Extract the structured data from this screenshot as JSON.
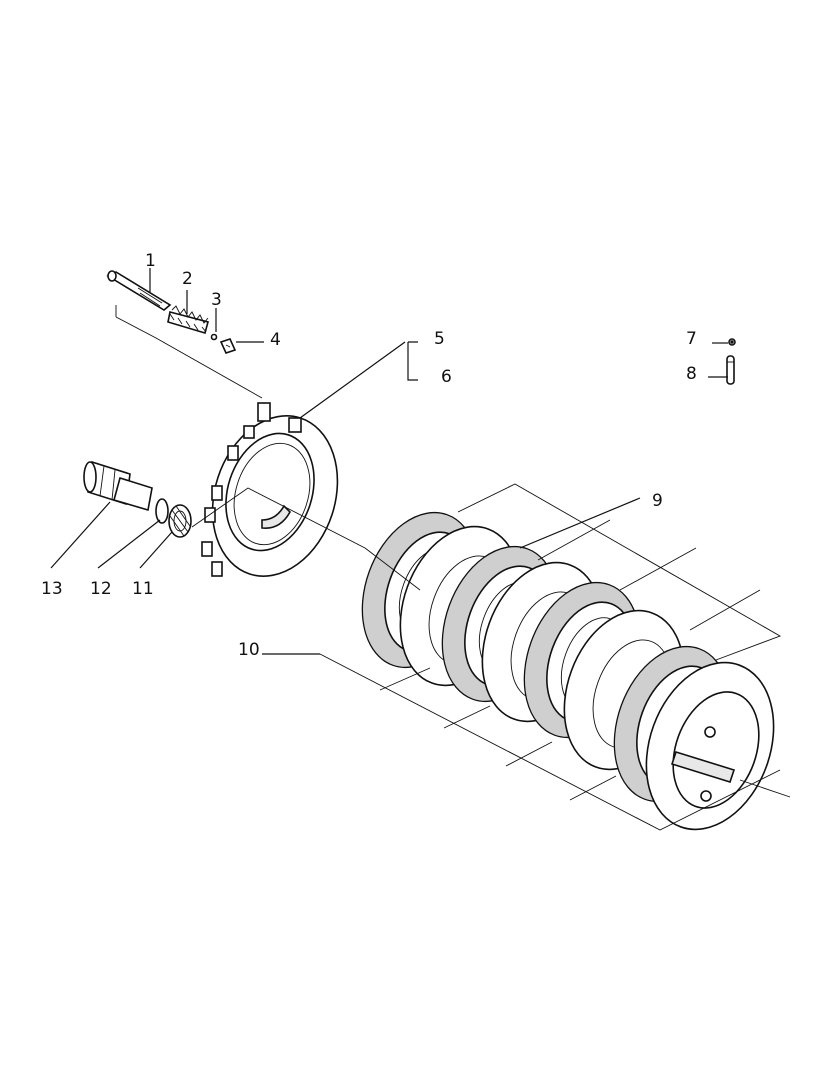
{
  "callouts": [
    {
      "id": "1",
      "text": "1"
    },
    {
      "id": "2",
      "text": "2"
    },
    {
      "id": "3",
      "text": "3"
    },
    {
      "id": "4",
      "text": "4"
    },
    {
      "id": "5",
      "text": "5"
    },
    {
      "id": "6",
      "text": "6"
    },
    {
      "id": "7",
      "text": "7"
    },
    {
      "id": "8",
      "text": "8"
    },
    {
      "id": "9",
      "text": "9"
    },
    {
      "id": "10",
      "text": "10"
    },
    {
      "id": "11",
      "text": "11"
    },
    {
      "id": "12",
      "text": "12"
    },
    {
      "id": "13",
      "text": "13"
    }
  ],
  "colors": {
    "ink": "#111111",
    "paper": "#ffffff",
    "shade": "#cfcfcf"
  }
}
